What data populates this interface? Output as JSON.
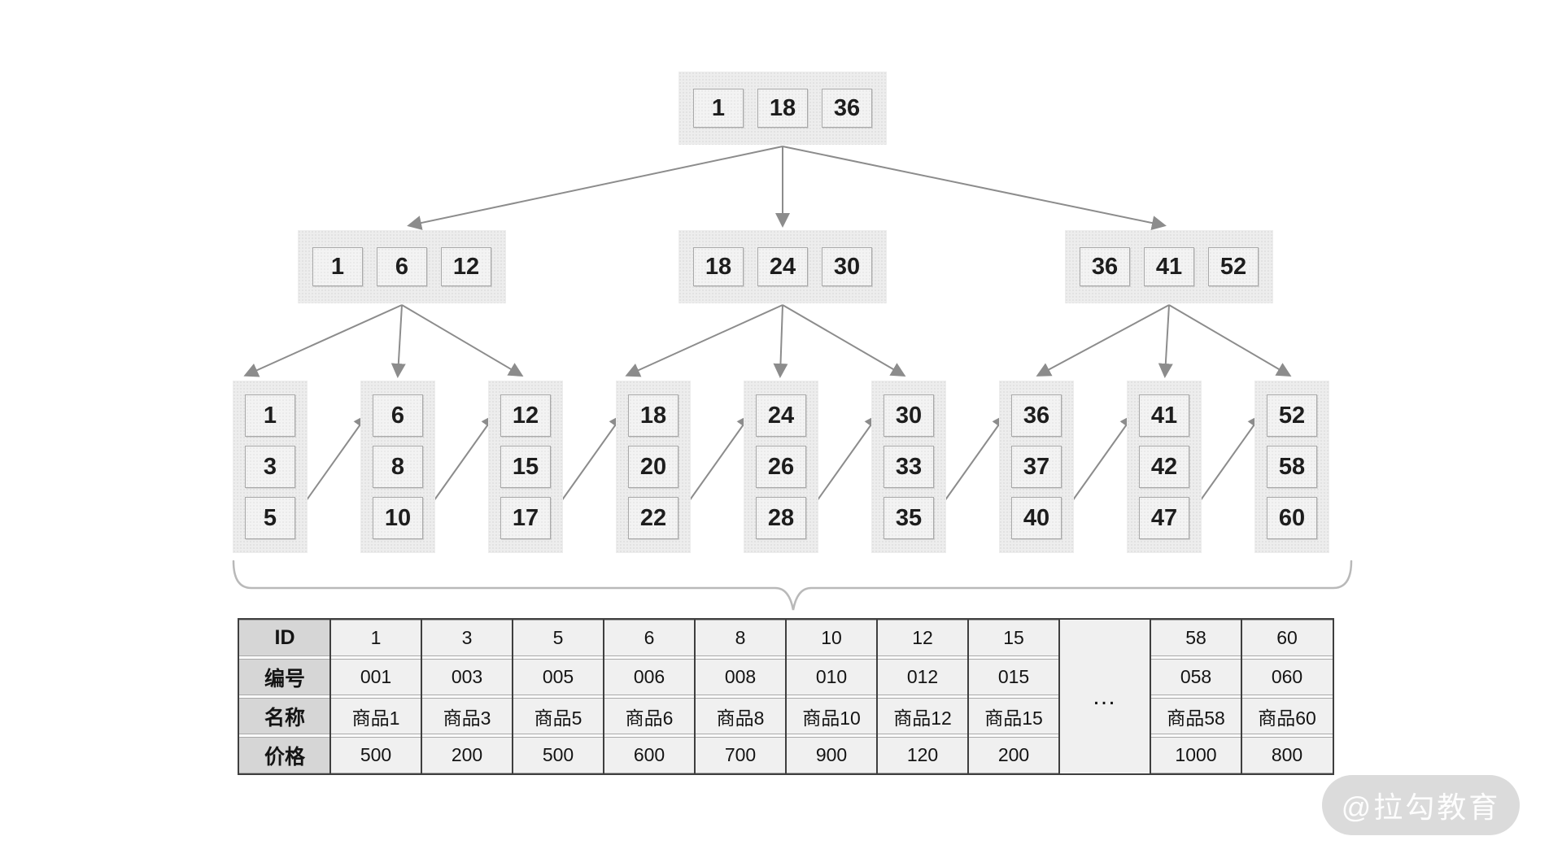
{
  "tree": {
    "root": {
      "keys": [
        "1",
        "18",
        "36"
      ]
    },
    "internal_nodes": [
      {
        "keys": [
          "1",
          "6",
          "12"
        ]
      },
      {
        "keys": [
          "18",
          "24",
          "30"
        ]
      },
      {
        "keys": [
          "36",
          "41",
          "52"
        ]
      }
    ],
    "leaf_nodes": [
      {
        "keys": [
          "1",
          "3",
          "5"
        ]
      },
      {
        "keys": [
          "6",
          "8",
          "10"
        ]
      },
      {
        "keys": [
          "12",
          "15",
          "17"
        ]
      },
      {
        "keys": [
          "18",
          "20",
          "22"
        ]
      },
      {
        "keys": [
          "24",
          "26",
          "28"
        ]
      },
      {
        "keys": [
          "30",
          "33",
          "35"
        ]
      },
      {
        "keys": [
          "36",
          "37",
          "40"
        ]
      },
      {
        "keys": [
          "41",
          "42",
          "47"
        ]
      },
      {
        "keys": [
          "52",
          "58",
          "60"
        ]
      }
    ]
  },
  "table": {
    "row_headers": [
      "ID",
      "编号",
      "名称",
      "价格"
    ],
    "columns": [
      [
        "1",
        "001",
        "商品1",
        "500"
      ],
      [
        "3",
        "003",
        "商品3",
        "200"
      ],
      [
        "5",
        "005",
        "商品5",
        "500"
      ],
      [
        "6",
        "006",
        "商品6",
        "600"
      ],
      [
        "8",
        "008",
        "商品8",
        "700"
      ],
      [
        "10",
        "010",
        "商品10",
        "900"
      ],
      [
        "12",
        "012",
        "商品12",
        "120"
      ],
      [
        "15",
        "015",
        "商品15",
        "200"
      ]
    ],
    "ellipsis": "…",
    "tail_columns": [
      [
        "58",
        "058",
        "商品58",
        "1000"
      ],
      [
        "60",
        "060",
        "商品60",
        "800"
      ]
    ]
  },
  "watermark": {
    "text": "@拉勾教育"
  },
  "colors": {
    "arrow": "#8c8c8c",
    "brace": "#b9b9b9",
    "node_container_bg": "#ededed",
    "key_box_bg": "#f3f3f3",
    "key_border": "#a9a9a9",
    "table_border": "#3f3f3f",
    "row_separator": "#a8a8a8",
    "header_cell_bg": "#d6d6d6",
    "data_cell_bg": "#f0f0f0",
    "watermark_bg": "#dbdbdb",
    "watermark_text": "#ffffff"
  }
}
